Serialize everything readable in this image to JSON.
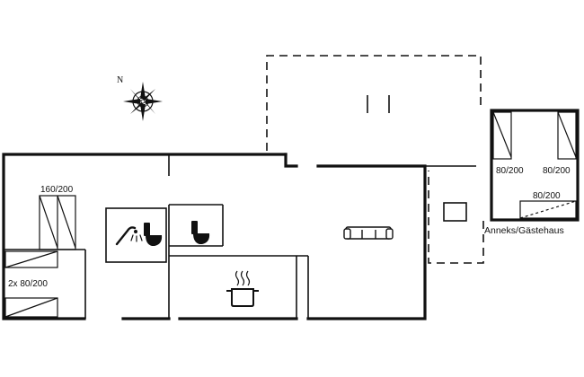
{
  "plan": {
    "compass_letter": "N",
    "beds": {
      "main_bed": "160/200",
      "twin_beds": "2x 80/200",
      "annex_bed_left": "80/200",
      "annex_bed_right": "80/200",
      "annex_bed_bottom": "80/200"
    },
    "annex_label": "Anneks/Gästehaus"
  },
  "icons": [
    "compass-rose-icon",
    "shower-icon",
    "toilet-icon",
    "sofa-icon",
    "cooking-pot-icon",
    "bed-icon"
  ],
  "colors": {
    "line": "#111111",
    "background": "#ffffff"
  }
}
